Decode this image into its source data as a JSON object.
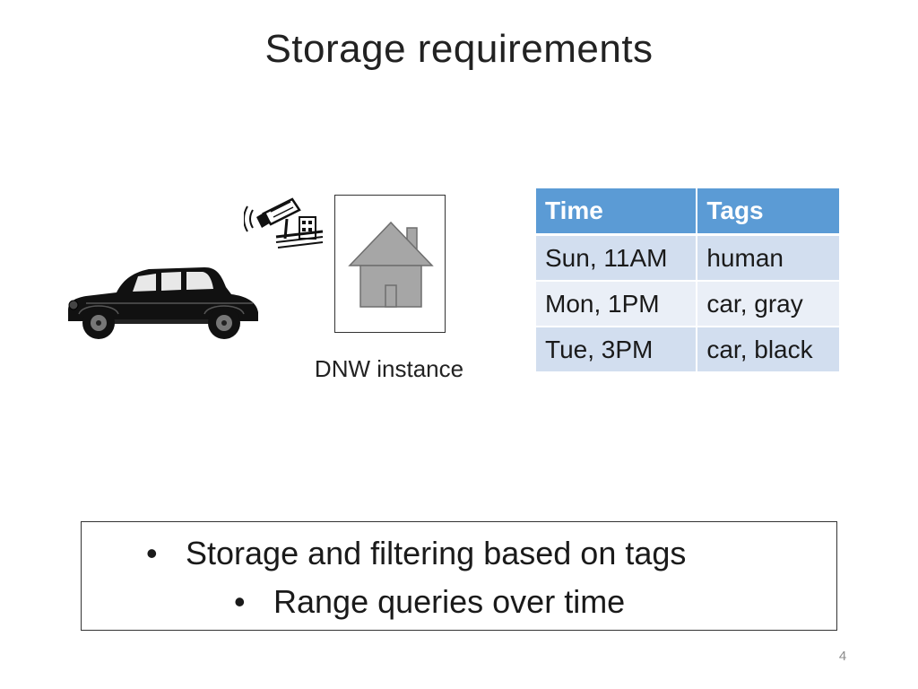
{
  "slide": {
    "title": "Storage requirements",
    "page_number": "4"
  },
  "diagram": {
    "caption": "DNW instance",
    "icons": {
      "car": "vintage-car-icon",
      "camera": "security-camera-icon",
      "house": "house-icon"
    },
    "colors": {
      "house_fill": "#a6a6a6",
      "house_stroke": "#6e6e6e"
    }
  },
  "table": {
    "headers": [
      "Time",
      "Tags"
    ],
    "rows": [
      [
        "Sun, 11AM",
        "human"
      ],
      [
        "Mon, 1PM",
        "car, gray"
      ],
      [
        "Tue, 3PM",
        "car, black"
      ]
    ],
    "colors": {
      "header_bg": "#5b9bd5",
      "row_odd_bg": "#d2deef",
      "row_even_bg": "#eaeff7"
    }
  },
  "bullets": {
    "items": [
      "Storage and filtering based on tags",
      "Range queries over time"
    ],
    "marker": "•"
  }
}
